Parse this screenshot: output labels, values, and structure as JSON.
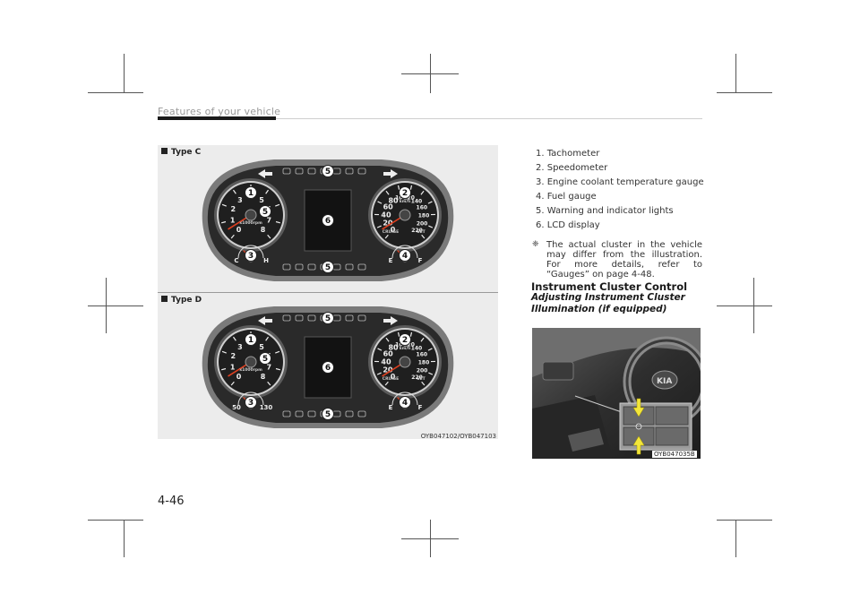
{
  "header": {
    "section": "Features of your vehicle"
  },
  "figures": {
    "type_c_label": "Type C",
    "type_d_label": "Type D",
    "figure_code": "OYB047102/OYB047103",
    "callouts": [
      "1",
      "2",
      "3",
      "4",
      "5",
      "6"
    ],
    "cluster_text": {
      "rpm_unit": "x1000rpm",
      "speed_unit": "km/h",
      "cruise": "CRUISE",
      "set": "SET",
      "tacho_ticks": [
        "0",
        "1",
        "2",
        "3",
        "4",
        "5",
        "6",
        "7",
        "8"
      ],
      "speed_ticks": [
        "0",
        "20",
        "40",
        "60",
        "80",
        "100",
        "120",
        "140",
        "160",
        "180",
        "200",
        "220"
      ],
      "temp_c": [
        "C",
        "H"
      ],
      "temp_d": [
        "50",
        "130"
      ],
      "fuel": [
        "E",
        "F"
      ]
    }
  },
  "legend": {
    "items": [
      "1. Tachometer",
      "2. Speedometer",
      "3. Engine coolant temperature gauge",
      "4. Fuel gauge",
      "5. Warning and indicator lights",
      "6. LCD display"
    ]
  },
  "note": {
    "marker": "❈",
    "text": "The actual cluster in the vehicle may differ from the illustration. For more details, refer to “Gauges” on page 4-48."
  },
  "section_title": "Instrument Cluster Control",
  "subsection_title": "Adjusting Instrument Cluster Illumination (if equipped)",
  "photo": {
    "code": "OYB047035B"
  },
  "footer": {
    "page_number": "4-46"
  },
  "colors": {
    "accent": "#1a1a1a",
    "panel": "#ececec",
    "cluster": "#2a2a2a"
  }
}
